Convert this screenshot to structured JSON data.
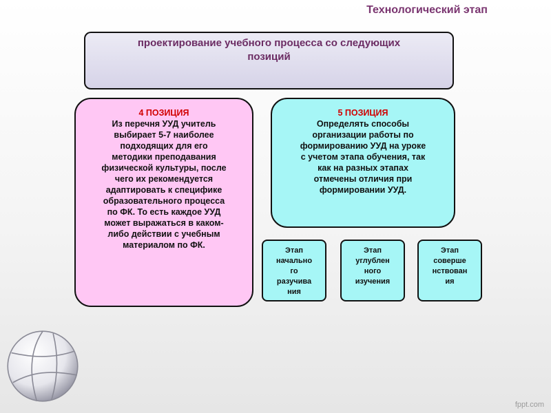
{
  "header": {
    "title": "Технологический этап"
  },
  "main_box": {
    "text_line1": "проектирование учебного процесса со следующих",
    "text_line2": "позиций"
  },
  "position4": {
    "title": "4 ПОЗИЦИЯ",
    "lines": [
      "Из перечня УУД учитель",
      "выбирает 5-7 наиболее",
      "подходящих для его",
      "методики преподавания",
      "физической культуры, после",
      "чего их рекомендуется",
      "адаптировать к специфике",
      "образовательного процесса",
      "по ФК. То есть каждое  УУД",
      "может выражаться в каком-",
      "либо действии с учебным",
      "материалом по ФК."
    ]
  },
  "position5": {
    "title": "5 ПОЗИЦИЯ",
    "lines": [
      "Определять способы",
      "организации работы по",
      "формированию УУД на уроке",
      "с учетом этапа обучения, так",
      "как на разных этапах",
      "отмечены отличия при",
      "формировании УУД."
    ]
  },
  "stages": [
    {
      "lines": [
        "Этап",
        "начально",
        "го",
        "разучива",
        "ния"
      ]
    },
    {
      "lines": [
        "Этап",
        "углублен",
        "ного",
        "изучения"
      ]
    },
    {
      "lines": [
        "Этап",
        "соверше",
        "нствован",
        "ия"
      ]
    }
  ],
  "footer": {
    "watermark": "fppt.com"
  },
  "decor": {
    "ball_icon": "volleyball-icon",
    "title_color": "#7a3570",
    "accent_red": "#d10000"
  }
}
